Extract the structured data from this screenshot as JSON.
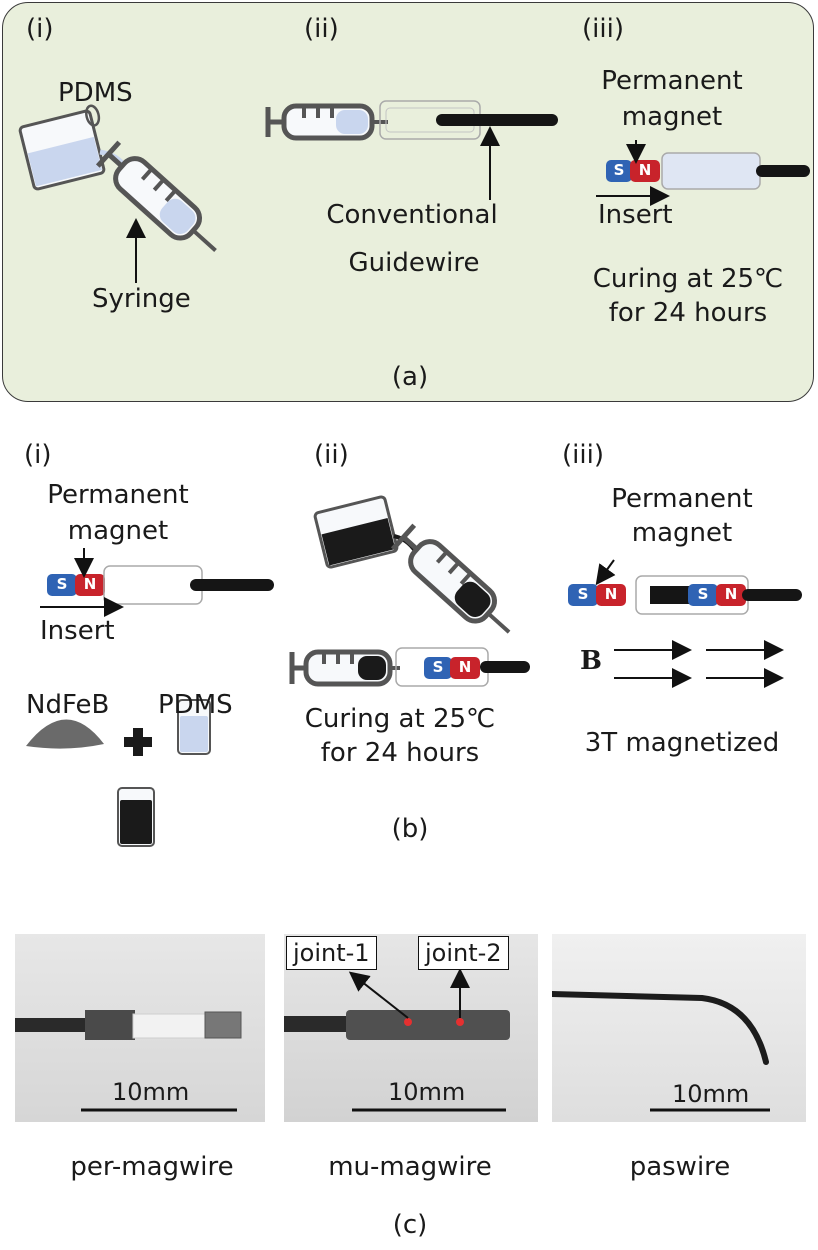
{
  "panel_a": {
    "label": "(a)",
    "step_i": "(i)",
    "step_ii": "(ii)",
    "step_iii": "(iii)",
    "pdms": "PDMS",
    "syringe": "Syringe",
    "conventional": "Conventional",
    "guidewire": "Guidewire",
    "permanent": "Permanent",
    "magnet": "magnet",
    "insert": "Insert",
    "curing_1": "Curing at 25℃",
    "curing_2": "for 24 hours",
    "pole_s": "S",
    "pole_n": "N"
  },
  "panel_b": {
    "label": "(b)",
    "step_i": "(i)",
    "step_ii": "(ii)",
    "step_iii": "(iii)",
    "permanent": "Permanent",
    "magnet": "magnet",
    "insert": "Insert",
    "ndfeb": "NdFeB",
    "pdms": "PDMS",
    "curing_1": "Curing at 25℃",
    "curing_2": "for 24 hours",
    "field": "B",
    "magnetized": "3T magnetized",
    "pole_s": "S",
    "pole_n": "N"
  },
  "panel_c": {
    "label": "(c)",
    "scale": "10mm",
    "joint_1": "joint-1",
    "joint_2": "joint-2",
    "per_magwire": "per-magwire",
    "mu_magwire": "mu-magwire",
    "paswire": "paswire"
  },
  "colors": {
    "north": "#c8232b",
    "south": "#2f63b4",
    "panel_a": "#e9efdc",
    "panel_b": "#ebe8f2",
    "panel_c": "#eef0f2"
  }
}
